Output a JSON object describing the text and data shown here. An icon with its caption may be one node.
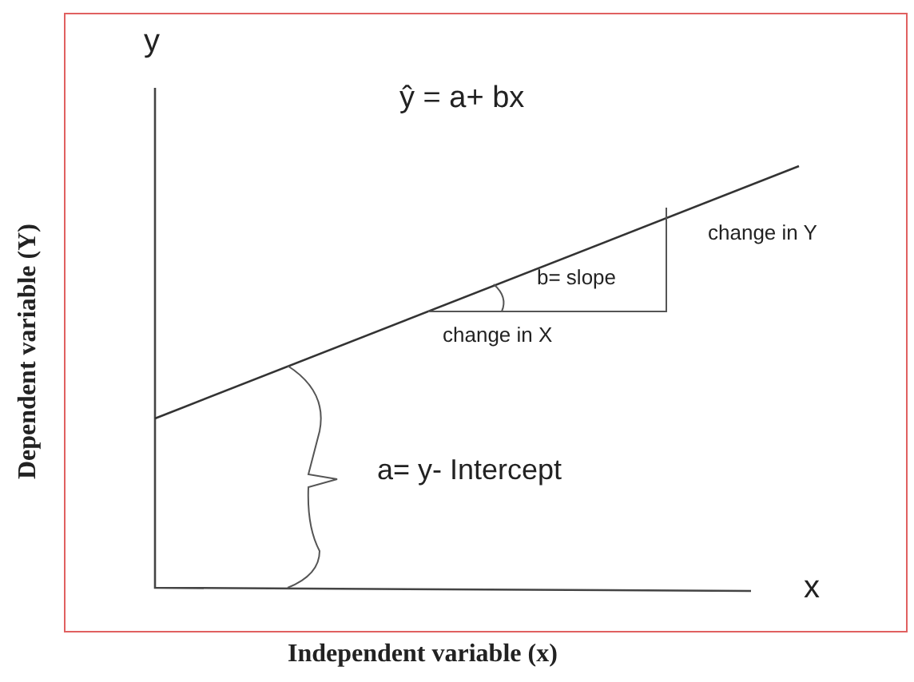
{
  "diagram": {
    "labels": [
      "y",
      "ŷ = a+ bx",
      "change in Y",
      "b= slope",
      "change in X",
      "a= y- Intercept",
      "x",
      "Dependent variable (Y)",
      "Independent variable (x)"
    ]
  }
}
